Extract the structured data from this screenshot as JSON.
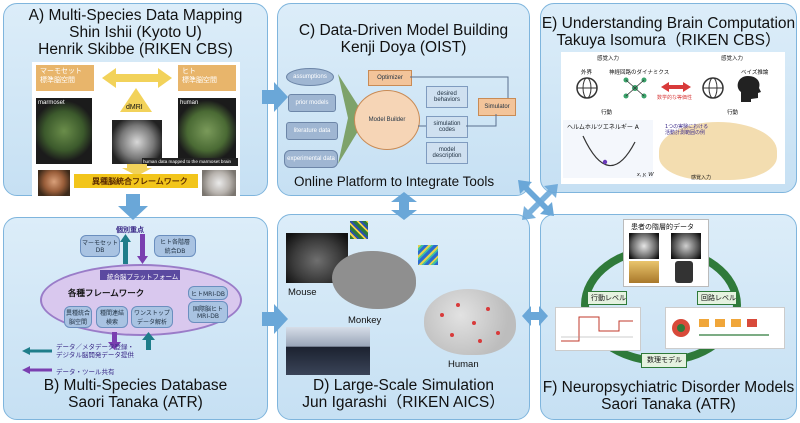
{
  "panels": {
    "a": {
      "title_line1": "A) Multi-Species Data Mapping",
      "title_line2": "Shin Ishii (Kyoto U)",
      "title_line3": "Henrik Skibbe (RIKEN CBS)",
      "marmoset_ref": "マーモセット\n標準脳空間",
      "human_ref": "ヒト\n標準脳空間",
      "dmri": "dMRI",
      "marmoset": "marmoset",
      "human": "human",
      "caption": "human data mapped to the marmoset brain",
      "framework": "異種脳統合フレームワーク"
    },
    "b": {
      "title_line1": "B) Multi-Species Database",
      "title_line2": "Saori Tanaka (ATR)",
      "top_label": "個別重点",
      "marmoset_db": "マーモセット\nDB",
      "human_db": "ヒト各階層\n統合DB",
      "platform": "統合脳プラットフォーム",
      "frameworks": "各種フレームワーク",
      "mri_db": "ヒトMRI-DB",
      "intl_db": "国際脳ヒト\nMRI-DB",
      "cross_species": "異種統合\n脳空間",
      "model_tools": "種間連結\n検索",
      "one_stop": "ワンストップ\nデータ解析",
      "legend1": "データ／メタデータ登録・\nデジタル脳開発データ提供",
      "legend2": "データ・ツール共有"
    },
    "c": {
      "title_line1": "C) Data-Driven Model Building",
      "title_line2": "Kenji Doya (OIST)",
      "assumptions": "assumptions",
      "prior_models": "prior models",
      "literature_data": "literature data",
      "experimental_data": "experimental data",
      "optimizer": "Optimizer",
      "model_builder": "Model Builder",
      "desired_behaviors": "desired\nbehaviors",
      "simulation_codes": "simulation\ncodes",
      "model_description": "model\ndescription",
      "simulator": "Simulator",
      "platform": "Online Platform to Integrate Tools"
    },
    "d": {
      "title_line1": "D) Large-Scale Simulation",
      "title_line2": "Jun Igarashi（RIKEN AICS）",
      "mouse": "Mouse",
      "monkey": "Monkey",
      "human": "Human"
    },
    "e": {
      "title_line1": "E) Understanding Brain Computation",
      "title_line2": "Takuya Isomura（RIKEN CBS）",
      "sense1": "感覚入力",
      "sense2": "感覚入力",
      "world": "外界",
      "dynamics": "神経回路のダイナミクス",
      "equivalence": "数学的な等価性",
      "bayes": "ベイズ推論",
      "action1": "行動",
      "action2": "行動",
      "free_energy": "ヘルムホルツエネルギー A",
      "experiment_note": "1つの実験における\n活動計測範囲の例",
      "sense3": "感覚入力",
      "axes": "x, y, W"
    },
    "f": {
      "title_line1": "F) Neuropsychiatric Disorder Models",
      "title_line2": "Saori Tanaka (ATR)",
      "patient_data": "患者の階層的データ",
      "behavior_level": "行動レベル",
      "circuit_level": "回路レベル",
      "math_model": "数理モデル"
    }
  },
  "colors": {
    "panel_top": "#dcedf9",
    "panel_bottom": "#c6e0f3",
    "arrow": "#6aa7d8",
    "purple": "#7a3fb0",
    "teal": "#1e7d8a"
  }
}
